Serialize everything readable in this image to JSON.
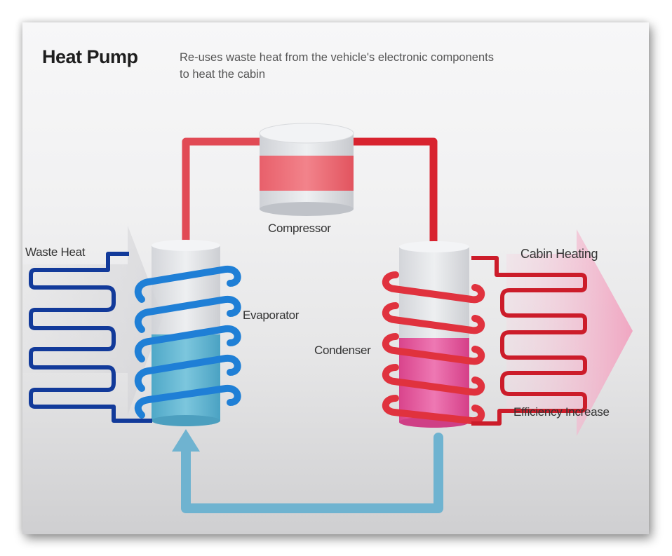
{
  "title": "Heat Pump",
  "subtitle": [
    "Re-uses waste heat from the vehicle's electronic components",
    "to heat the cabin"
  ],
  "components": {
    "compressor": "Compressor",
    "evaporator": "Evaporator",
    "condenser": "Condenser"
  },
  "flows": {
    "waste_heat": "Waste Heat",
    "cabin_heating": "Cabin Heating",
    "efficiency": "Efficiency Increase"
  },
  "colors": {
    "hot_pipe": "#e0323e",
    "cold_coil": "#1f7fd6",
    "waste_coil": "#123a9a",
    "return_pipe": "#6fb3d0",
    "condenser_fill": "#e4559a",
    "evaporator_fill": "#5db7d2",
    "cabin_arrow": "#f3a9c4"
  }
}
